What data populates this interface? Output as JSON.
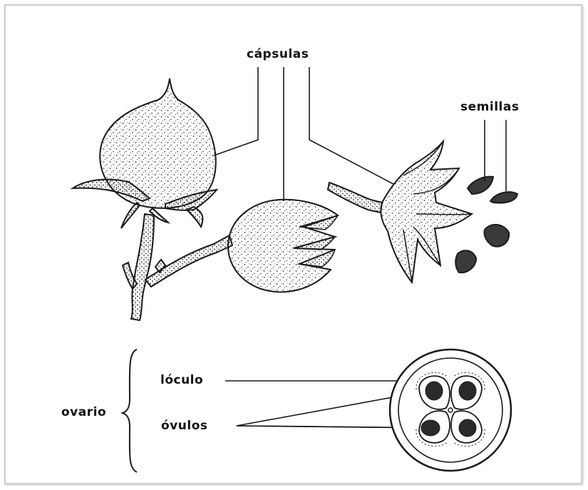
{
  "labels": {
    "capsulas": "cápsulas",
    "semillas": "semillas",
    "loculo": "lóculo",
    "ovulos": "óvulos",
    "ovario": "ovario"
  },
  "colors": {
    "ink": "#1a1a1a",
    "paper": "#ffffff",
    "stipple": "#3a3a3a"
  },
  "icons": {
    "closed_capsule": "closed-capsule-icon",
    "opening_capsule": "opening-capsule-icon",
    "open_capsule": "open-capsule-icon",
    "seed": "seed-icon",
    "ovary_cross_section": "ovary-cross-section-icon",
    "brace": "brace-icon"
  }
}
